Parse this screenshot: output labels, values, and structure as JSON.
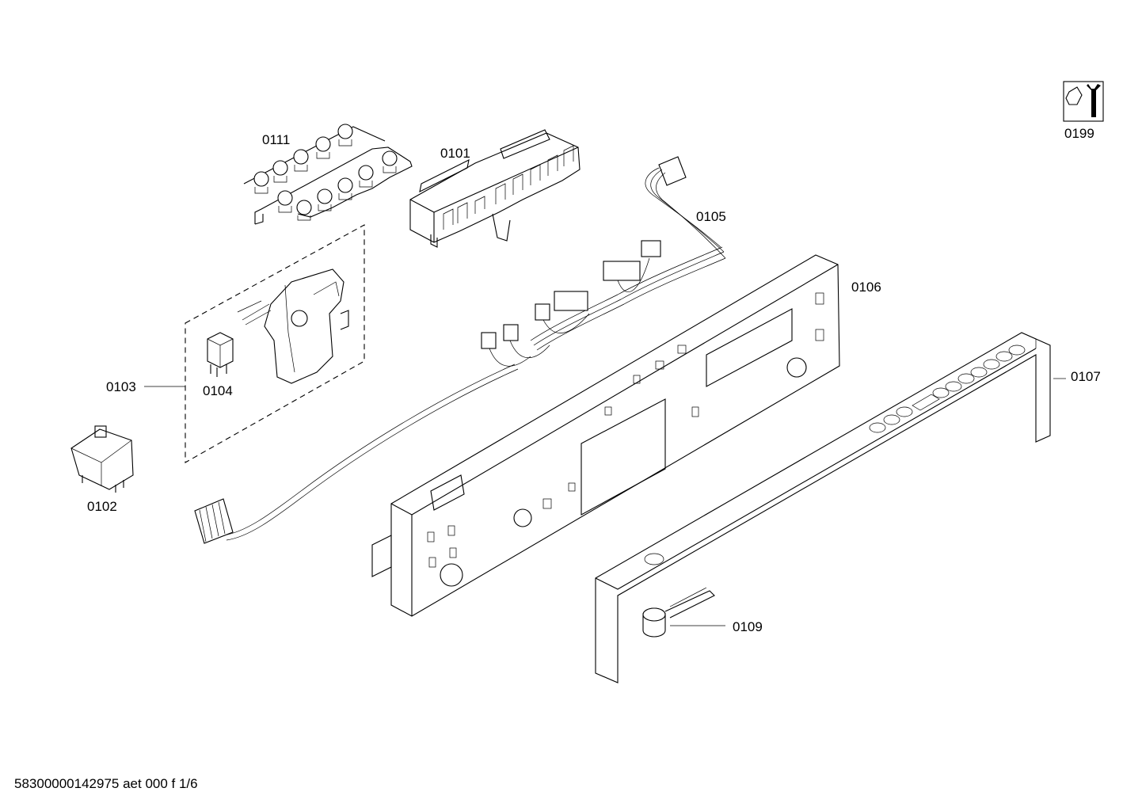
{
  "labels": {
    "l0111": "0111",
    "l0101": "0101",
    "l0105": "0105",
    "l0106": "0106",
    "l0103": "0103",
    "l0104": "0104",
    "l0102": "0102",
    "l0107": "0107",
    "l0109": "0109",
    "l0199": "0199"
  },
  "footer": "58300000142975 aet 000 f 1/6",
  "icons": {
    "service": "wrench-nut-icon"
  },
  "colors": {
    "line": "#000000",
    "background": "#ffffff"
  }
}
